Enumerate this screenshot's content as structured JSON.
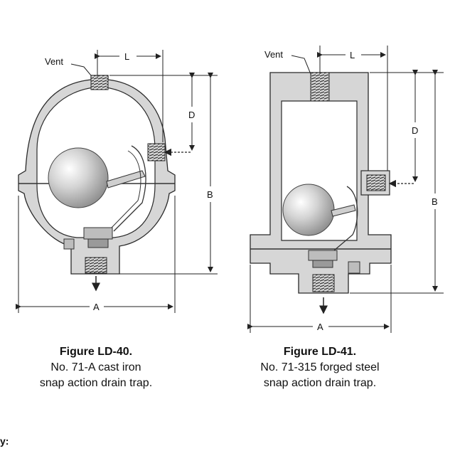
{
  "figures": [
    {
      "title": "Figure LD-40.",
      "line1": "No. 71-A cast iron",
      "line2": "snap action drain trap.",
      "labels": {
        "vent": "Vent",
        "l": "L",
        "d": "D",
        "b": "B",
        "a": "A"
      }
    },
    {
      "title": "Figure LD-41.",
      "line1": "No. 71-315 forged steel",
      "line2": "snap action drain trap.",
      "labels": {
        "vent": "Vent",
        "l": "L",
        "d": "D",
        "b": "B",
        "a": "A"
      }
    }
  ],
  "page": {
    "corner_text": "y:"
  },
  "colors": {
    "body": "#d6d6d6",
    "outline": "#2a2a2a",
    "interior": "#ffffff",
    "ball": "#bdbdbd"
  }
}
